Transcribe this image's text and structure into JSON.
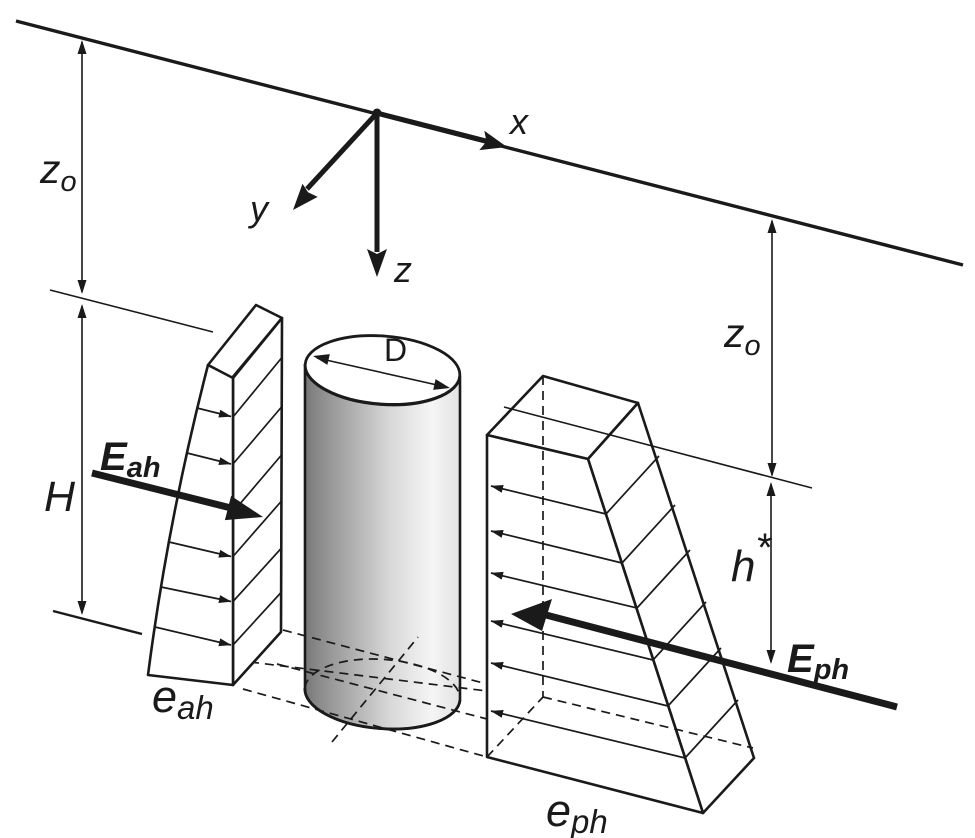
{
  "diagram": {
    "description": "3D schematic of lateral earth pressures acting on a cylindrical pile below a sloping ground surface",
    "colors": {
      "line": "#1a1a1a",
      "background": "#ffffff",
      "cylinder_dark": "#787878",
      "cylinder_mid": "#d8d8d8",
      "cylinder_light": "#f7f7f7"
    },
    "labels": {
      "axis_x": "x",
      "axis_y": "y",
      "axis_z": "z",
      "depth_left": {
        "base": "z",
        "sub": "o"
      },
      "depth_right": {
        "base": "z",
        "sub": "o"
      },
      "wall_height": "H",
      "embedment": {
        "base": "h",
        "sup": "*"
      },
      "diameter": "D",
      "active_force": {
        "base": "E",
        "sub": "ah"
      },
      "active_pressure": {
        "base": "e",
        "sub": "ah"
      },
      "passive_force": {
        "base": "E",
        "sub": "ph"
      },
      "passive_pressure": {
        "base": "e",
        "sub": "ph"
      }
    }
  }
}
